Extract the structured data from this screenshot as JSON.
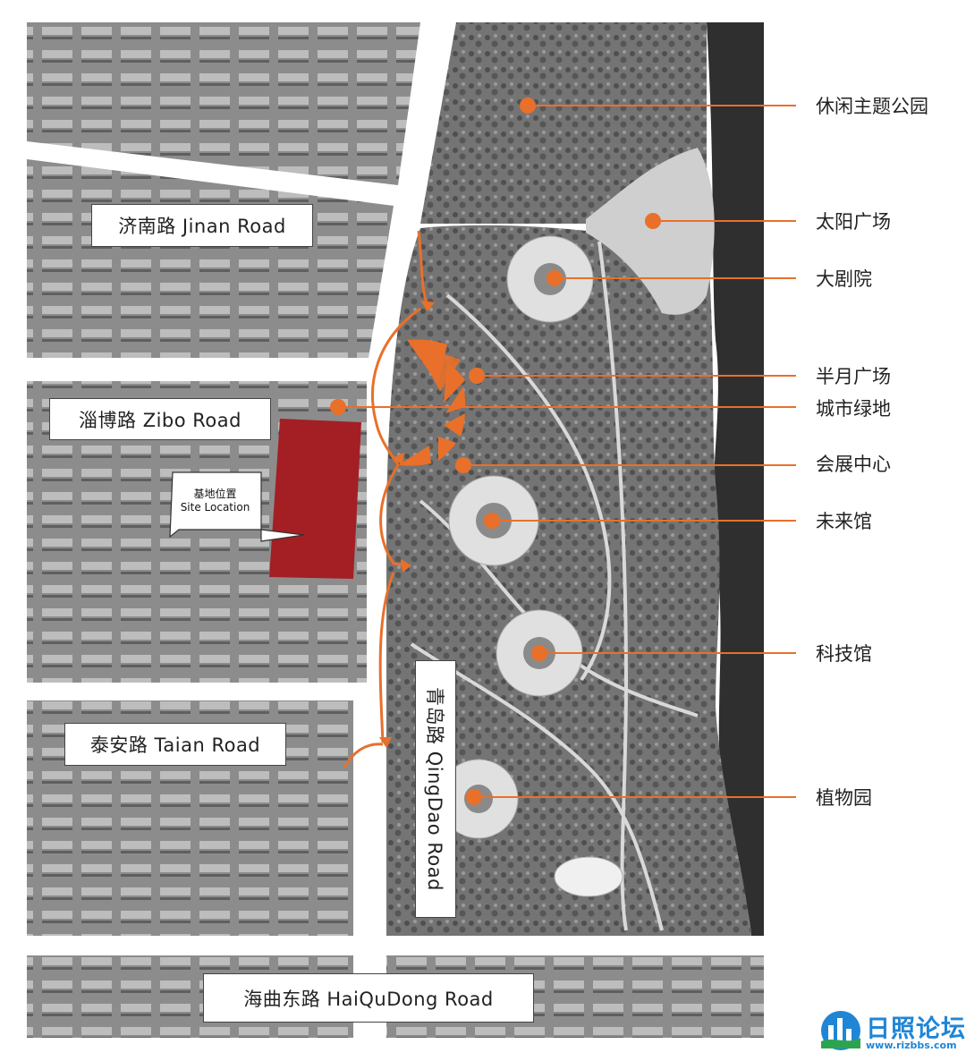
{
  "roads": {
    "jinan": "济南路  Jinan Road",
    "zibo": "淄博路  Zibo Road",
    "taian": "泰安路  Taian Road",
    "haiqudong": "海曲东路  HaiQuDong  Road",
    "qingdao": "青岛路  QingDao Road"
  },
  "site": {
    "label_cn": "基地位置",
    "label_en": "Site Location"
  },
  "callouts": [
    {
      "id": "leisure-park",
      "label": "休闲主题公园"
    },
    {
      "id": "sun-plaza",
      "label": "太阳广场"
    },
    {
      "id": "grand-theater",
      "label": "大剧院"
    },
    {
      "id": "halfmoon-plaza",
      "label": "半月广场"
    },
    {
      "id": "urban-green",
      "label": "城市绿地"
    },
    {
      "id": "expo-center",
      "label": "会展中心"
    },
    {
      "id": "future-hall",
      "label": "未来馆"
    },
    {
      "id": "science-hall",
      "label": "科技馆"
    },
    {
      "id": "botanical-garden",
      "label": "植物园"
    }
  ],
  "logo": {
    "name": "日照论坛",
    "url": "www.rizbbs.com"
  },
  "colors": {
    "accent": "#e8702a",
    "site": "#a31f24",
    "water": "#2b2b2b",
    "park": "#6e6e6e"
  }
}
